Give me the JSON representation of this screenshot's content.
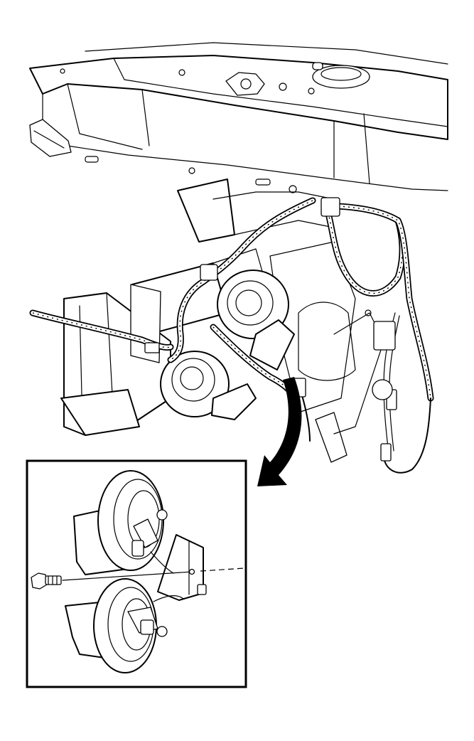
{
  "figure": {
    "main_view": "front-end-horn-assembly",
    "detail_view": "horn-pair-with-bracket-and-bolt",
    "callout": "curved-arrow-to-detail"
  }
}
